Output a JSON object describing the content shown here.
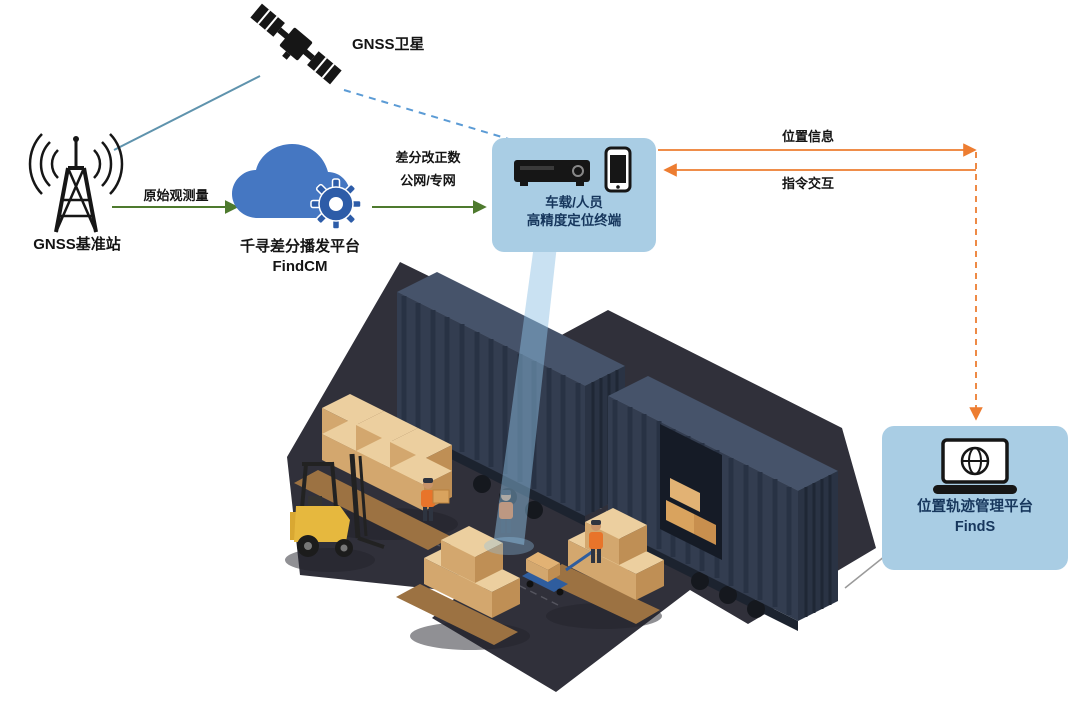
{
  "nodes": {
    "satellite": {
      "label": "GNSS卫星"
    },
    "base_station": {
      "label": "GNSS基准站"
    },
    "cloud": {
      "line1": "千寻差分播发平台",
      "line2": "FindCM"
    },
    "terminal": {
      "line1": "车载/人员",
      "line2": "高精度定位终端"
    },
    "platform": {
      "line1": "位置轨迹管理平台",
      "line2": "FindS"
    }
  },
  "edges": {
    "raw_observation": {
      "label": "原始观测量"
    },
    "diff_correction": {
      "line1": "差分改正数",
      "line2": "公网/专网"
    },
    "position_info": {
      "label": "位置信息"
    },
    "command_exchange": {
      "label": "指令交互"
    }
  },
  "icons": {
    "satellite": "satellite-icon",
    "base_station": "radio-tower-icon",
    "cloud": "cloud-gear-icon",
    "terminal": "receiver-and-phone-icon",
    "platform": "laptop-globe-icon",
    "scene": [
      "shipping-container",
      "forklift",
      "pallet-boxes",
      "warehouse-workers",
      "pallet-jack",
      "positioning-beam"
    ]
  },
  "colors": {
    "panel_blue": "#a9cde4",
    "text_navy": "#16365c",
    "green_arrow": "#4e7a2e",
    "orange_arrow": "#ed7d31",
    "dashed_blue": "#5b9bd5",
    "teal_line": "#5f93ad",
    "cloud_blue": "#4577c2",
    "gear_blue": "#2d5ca8",
    "icon_black": "#161616",
    "floor_dark": "#30303a",
    "container_top": "#46536a",
    "container_side": "#333d50",
    "container_end": "#2a3344",
    "box_top": "#eccf9f",
    "box_left": "#d3a76e",
    "box_right": "#bf8f55",
    "forklift_yellow": "#e6b83e",
    "vest_orange": "#e8742a",
    "beam_blue": "#8fc0e4",
    "jack_blue": "#2f5d9e"
  }
}
